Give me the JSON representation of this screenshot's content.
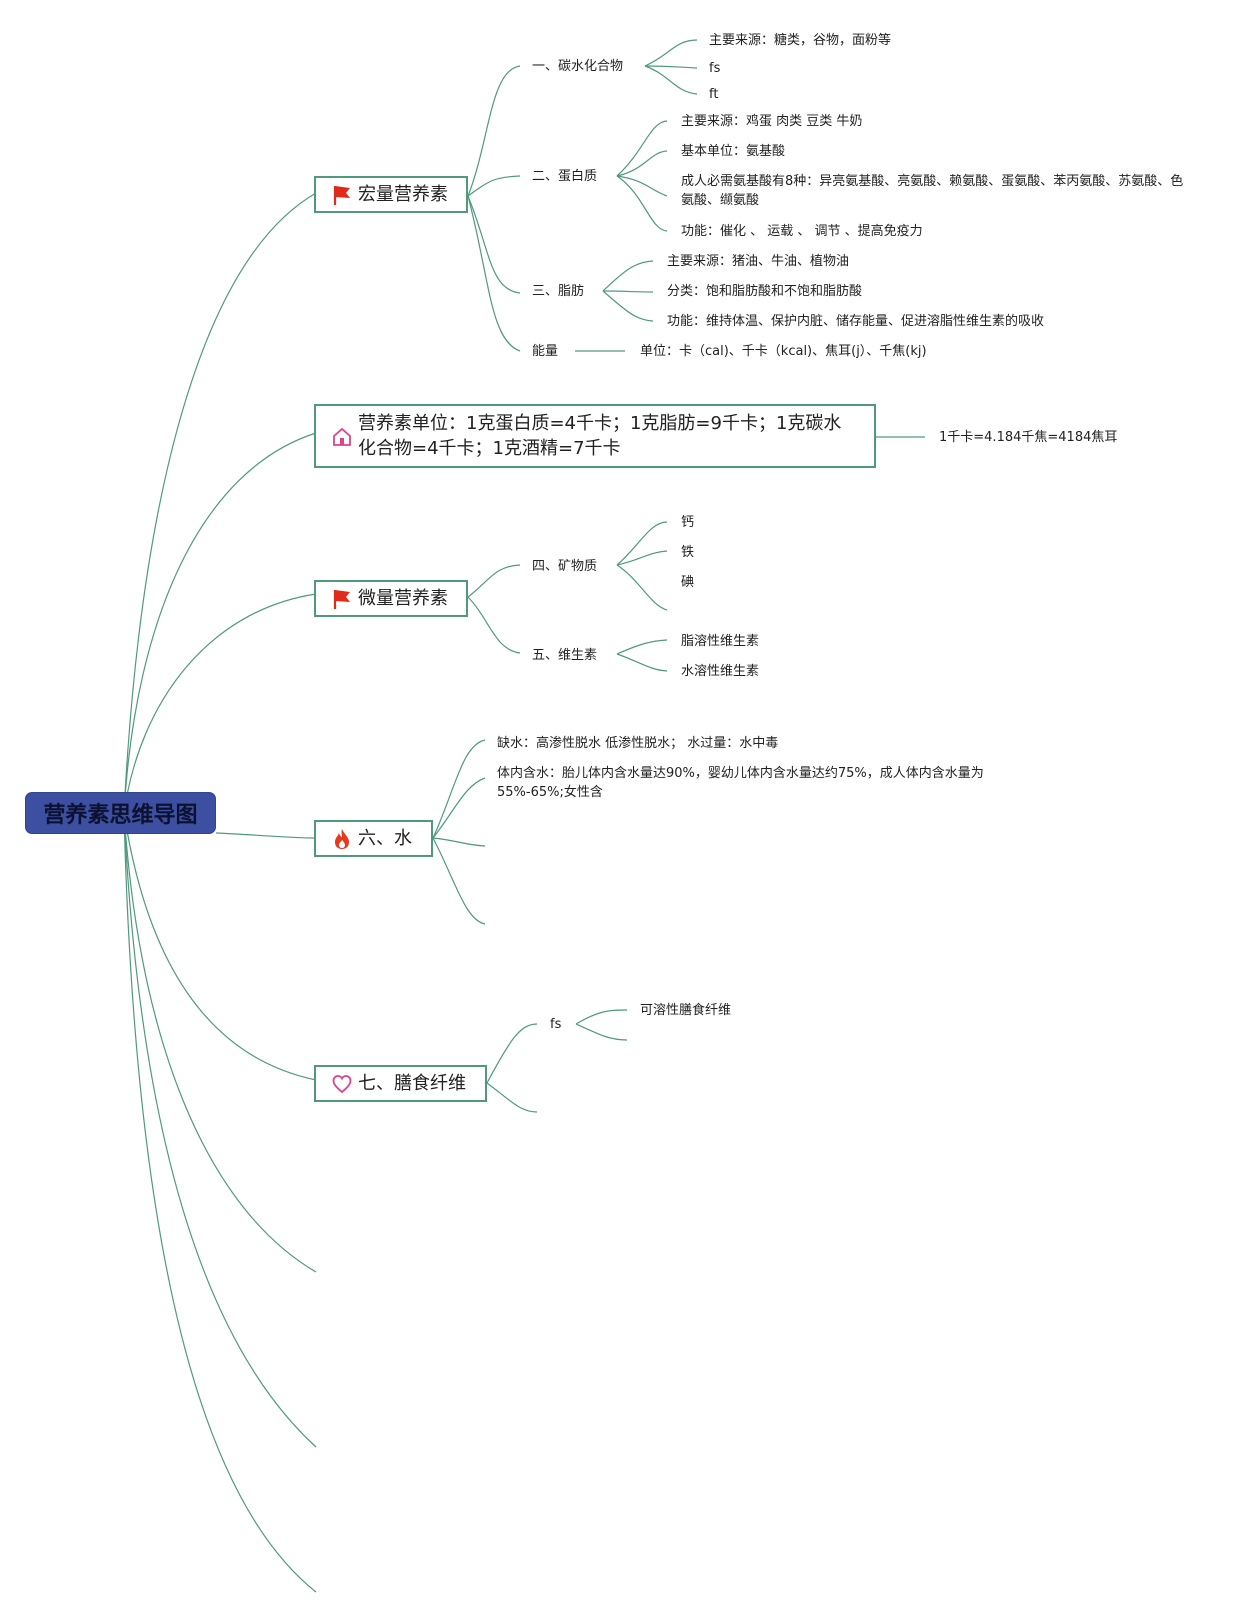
{
  "root": {
    "label": "营养素思维导图"
  },
  "colors": {
    "root_fill": "#3c4fa0",
    "line": "#4f9a7b",
    "flag": "#e02a1a",
    "fire": "#e8391c",
    "house": "#e0438a",
    "heart": "#e0438a"
  },
  "macro": {
    "label": "宏量营养素",
    "icon": "flag-icon",
    "carb": {
      "label": "一、碳水化合物",
      "items": [
        "主要来源：糖类，谷物，面粉等",
        "fs",
        "ft"
      ]
    },
    "protein": {
      "label": "二、蛋白质",
      "items": [
        "主要来源：鸡蛋 肉类 豆类 牛奶",
        "基本单位：氨基酸",
        "成人必需氨基酸有8种：异亮氨基酸、亮氨酸、赖氨酸、蛋氨酸、苯丙氨酸、苏氨酸、色氨酸、缬氨酸",
        "功能：催化 、 运载 、 调节 、提高免疫力"
      ]
    },
    "fat": {
      "label": "三、脂肪",
      "items": [
        "主要来源：猪油、牛油、植物油",
        "分类：饱和脂肪酸和不饱和脂肪酸",
        "功能：维持体温、保护内脏、储存能量、促进溶脂性维生素的吸收"
      ]
    },
    "energy": {
      "label": "能量",
      "unit": "单位：卡（cal)、千卡（kcal)、焦耳(j）、千焦(kj)"
    }
  },
  "unit_node": {
    "label": "营养素单位：1克蛋白质=4千卡；1克脂肪=9千卡；1克碳水化合物=4千卡；1克酒精=7千卡",
    "icon": "house-icon",
    "child": "1千卡=4.184千焦=4184焦耳"
  },
  "micro": {
    "label": "微量营养素",
    "icon": "flag-icon",
    "mineral": {
      "label": "四、矿物质",
      "items": [
        "钙",
        "铁",
        "碘"
      ]
    },
    "vitamin": {
      "label": "五、维生素",
      "items": [
        "脂溶性维生素",
        "水溶性维生素"
      ]
    }
  },
  "water": {
    "label": "六、水",
    "icon": "fire-icon",
    "items": [
      "缺水：高渗性脱水 低渗性脱水；  水过量：水中毒",
      "体内含水：胎儿体内含水量达90%，婴幼儿体内含水量达约75%，成人体内含水量为55%-65%;女性含"
    ]
  },
  "fiber": {
    "label": "七、膳食纤维",
    "icon": "heart-icon",
    "fs": {
      "label": "fs",
      "items": [
        "可溶性膳食纤维"
      ]
    }
  }
}
